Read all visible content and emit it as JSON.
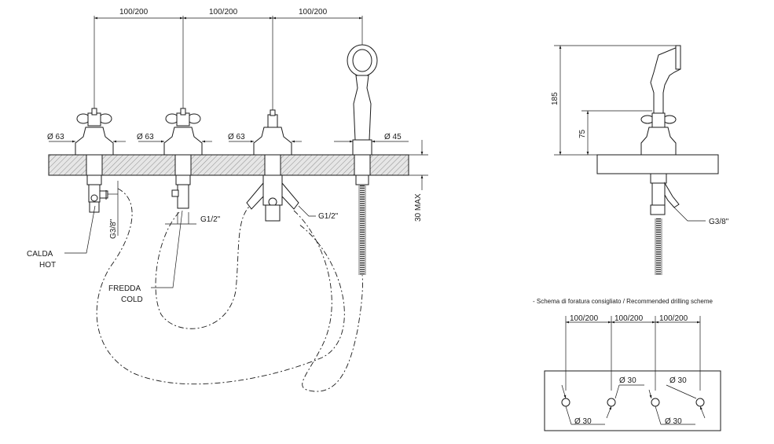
{
  "front_view": {
    "spacing_labels": [
      "100/200",
      "100/200",
      "100/200"
    ],
    "diameter_labels": [
      "Ø 63",
      "Ø 63",
      "Ø 63",
      "Ø 45"
    ],
    "max_label": "30 MAX",
    "connection_labels": {
      "g38": "G3/8\"",
      "g12_cold": "G1/2\"",
      "g12_mixer": "G1/2\""
    },
    "hot_label": [
      "CALDA",
      "HOT"
    ],
    "cold_label": [
      "FREDDA",
      "COLD"
    ]
  },
  "side_view": {
    "height_labels": [
      "185",
      "75"
    ],
    "connection_label": "G3/8\""
  },
  "drilling_scheme": {
    "caption": "- Schema di foratura consigliato / Recommended drilling scheme",
    "spacing_labels": [
      "100/200",
      "100/200",
      "100/200"
    ],
    "hole_labels": [
      "Ø 30",
      "Ø 30",
      "Ø 30",
      "Ø 30"
    ]
  }
}
